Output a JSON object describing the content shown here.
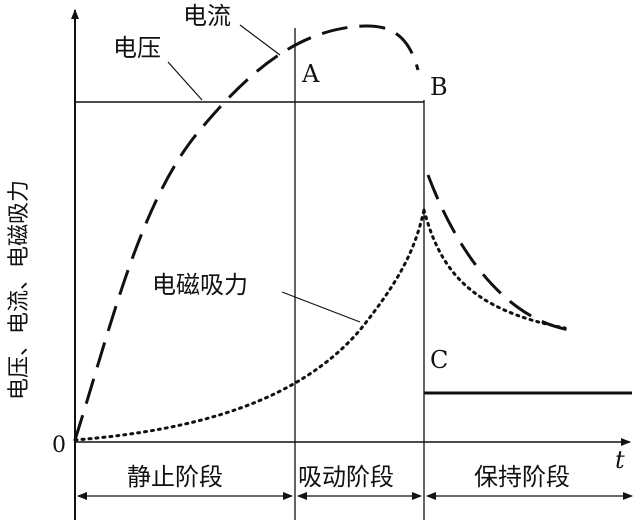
{
  "chart_data": {
    "type": "line",
    "y_axis_label": "电压、电流、电磁吸力",
    "x_axis_label": "t",
    "origin_label": "0",
    "point_labels": [
      "A",
      "B",
      "C"
    ],
    "series": [
      {
        "name": "电流",
        "style": "dashed"
      },
      {
        "name": "电压",
        "style": "solid"
      },
      {
        "name": "电磁吸力",
        "style": "dotted"
      }
    ],
    "stages": [
      "静止阶段",
      "吸动阶段",
      "保持阶段"
    ],
    "grid": false
  }
}
